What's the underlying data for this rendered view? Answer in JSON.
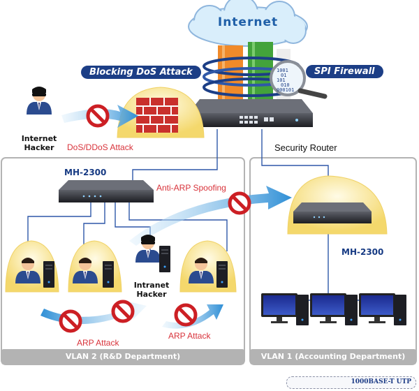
{
  "cloud": {
    "label": "Internet"
  },
  "callouts": {
    "dos": "Blocking DoS Attack",
    "spi": "SPI Firewall"
  },
  "binary_text": [
    "1001",
    "01",
    "101",
    "010",
    "000101"
  ],
  "labels": {
    "internet_hacker": [
      "Internet",
      "Hacker"
    ],
    "dos_attack": "DoS/DDoS Attack",
    "security_router": "Security Router",
    "switch_left": "MH-2300",
    "switch_right": "MH-2300",
    "anti_arp": "Anti-ARP Spoofing",
    "intranet_hacker": [
      "Intranet",
      "Hacker"
    ],
    "arp_attack_left": "ARP Attack",
    "arp_attack_right": "ARP Attack"
  },
  "panels": {
    "vlan2": "VLAN 2 (R&D Department)",
    "vlan1": "VLAN 1 (Accounting Department)"
  },
  "legend": {
    "label": "1000BASE-T UTP"
  },
  "colors": {
    "brand_navy": "#1c3e86",
    "link_blue": "#2e57a8",
    "attack_red": "#d8323a",
    "firewall_brick": "#c9302c",
    "panel_gray": "#b3b3b3"
  }
}
